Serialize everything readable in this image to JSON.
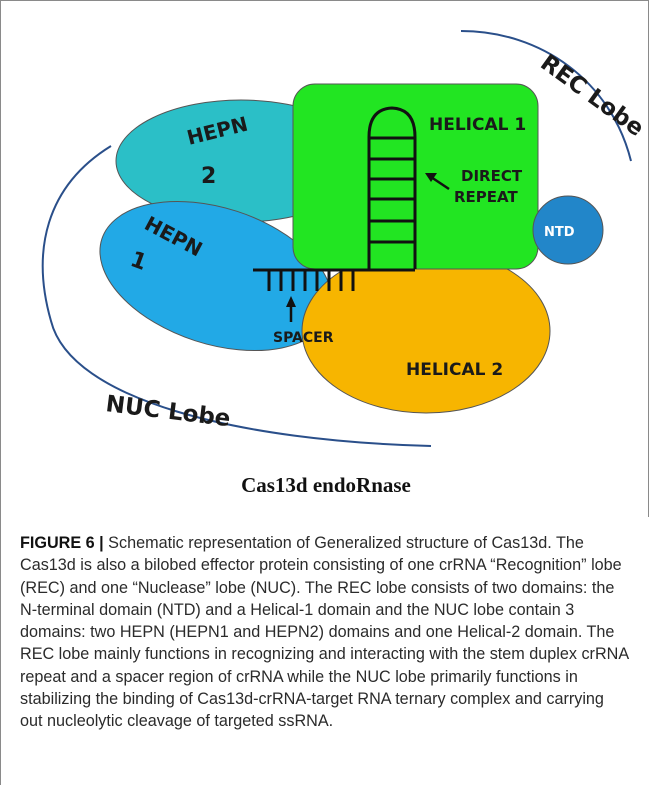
{
  "diagram": {
    "labels": {
      "rec_lobe": "REC Lobe",
      "helical1": "HELICAL 1",
      "hepn2_line1": "HEPN",
      "hepn2_line2": "2",
      "hepn1_line1": "HEPN",
      "hepn1_line2": "1",
      "direct_repeat_line1": "DIRECT",
      "direct_repeat_line2": "REPEAT",
      "ntd": "NTD",
      "spacer": "SPACER",
      "helical2": "HELICAL 2",
      "nuc_lobe": "NUC Lobe"
    },
    "colors": {
      "helical1": "#22e522",
      "hepn2": "#2bbfc7",
      "hepn1": "#22a9e6",
      "ntd": "#2286c9",
      "helical2": "#f7b500",
      "arc": "#2a4f8a"
    },
    "title": "Cas13d endoRnase"
  },
  "caption": {
    "label": "FIGURE 6 |",
    "text": " Schematic representation of Generalized structure of Cas13d. The Cas13d is also a bilobed effector protein consisting of one crRNA “Recognition” lobe (REC) and one “Nuclease” lobe (NUC). The REC lobe consists of two domains: the N-terminal domain (NTD) and a Helical-1 domain and the NUC lobe contain 3 domains: two HEPN (HEPN1 and HEPN2) domains and one Helical-2 domain. The REC lobe mainly functions in recognizing and interacting with the stem duplex crRNA repeat and a spacer region of crRNA while the NUC lobe primarily functions in stabilizing the binding of Cas13d-crRNA-target RNA ternary complex and carrying out nucleolytic cleavage of targeted ssRNA."
  }
}
